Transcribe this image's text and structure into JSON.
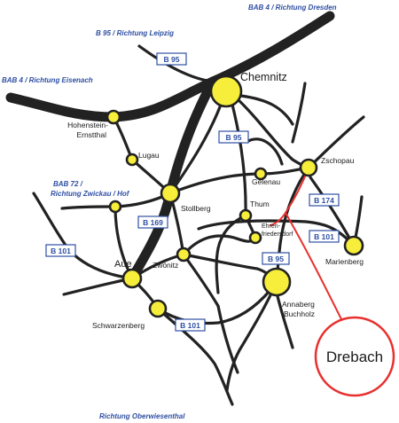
{
  "directions": {
    "dresden": "BAB 4 / Richtung Dresden",
    "leipzig": "B 95 / Richtung Leipzig",
    "eisenach": "BAB 4 / Richtung Eisenach",
    "zwickau_line1": "BAB 72 /",
    "zwickau_line2": "Richtung Zwickau / Hof",
    "oberwiesenthal": "Richtung Oberwiesenthal"
  },
  "towns": {
    "chemnitz": "Chemnitz",
    "hohenstein_line1": "Hohenstein-",
    "hohenstein_line2": "Ernstthal",
    "lugau": "Lugau",
    "gelenau": "Gelenau",
    "zschopau": "Zschopau",
    "thum": "Thum",
    "stollberg": "Stollberg",
    "ehren_line1": "Ehren-",
    "ehren_line2": "friedersdorf",
    "aue": "Aue",
    "zwoenitz": "Zwönitz",
    "marienberg": "Marienberg",
    "annaberg_line1": "Annaberg",
    "annaberg_line2": "Buchholz",
    "schwarzenberg": "Schwarzenberg"
  },
  "road_shields": {
    "b95_top": "B 95",
    "b95_mid": "B 95",
    "b174": "B 174",
    "b169": "B 169",
    "b101_right": "B 101",
    "b95_low": "B 95",
    "b101_left": "B 101",
    "b101_bottom": "B 101"
  },
  "highlight": {
    "label": "Drebach",
    "color": "#e8312e"
  },
  "colors": {
    "town_fill": "#f6ee3a",
    "road": "#222222",
    "direction_text": "#2e4fa3"
  }
}
